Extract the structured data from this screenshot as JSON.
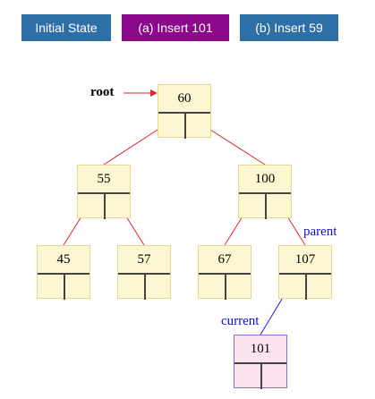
{
  "tabs": [
    {
      "label": "Initial State"
    },
    {
      "label": "(a) Insert 101"
    },
    {
      "label": "(b) Insert 59"
    }
  ],
  "labels": {
    "root": "root",
    "parent": "parent",
    "current": "current"
  },
  "nodes": {
    "n60": "60",
    "n55": "55",
    "n100": "100",
    "n45": "45",
    "n57": "57",
    "n67": "67",
    "n107": "107",
    "n101": "101"
  },
  "colors": {
    "tab_active": "#8a0a8a",
    "tab_inactive": "#2f6fa8",
    "edge": "#dd2a2a",
    "pointer_blue": "#1a1ad0",
    "node_fill": "#fcf6d2",
    "new_node_fill": "#fbe4f0"
  }
}
